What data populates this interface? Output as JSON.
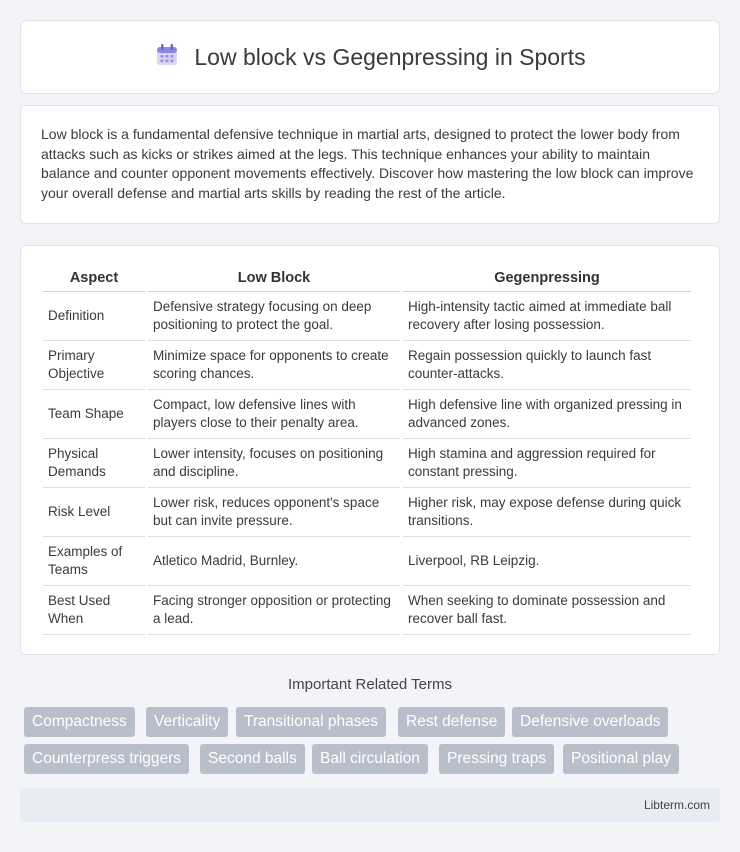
{
  "header": {
    "title": "Low block vs Gegenpressing in Sports",
    "icon": "calendar-icon"
  },
  "intro": {
    "text": "Low block is a fundamental defensive technique in martial arts, designed to protect the lower body from attacks such as kicks or strikes aimed at the legs. This technique enhances your ability to maintain balance and counter opponent movements effectively. Discover how mastering the low block can improve your overall defense and martial arts skills by reading the rest of the article."
  },
  "table": {
    "headers": [
      "Aspect",
      "Low Block",
      "Gegenpressing"
    ],
    "rows": [
      [
        "Definition",
        "Defensive strategy focusing on deep positioning to protect the goal.",
        "High-intensity tactic aimed at immediate ball recovery after losing possession."
      ],
      [
        "Primary Objective",
        "Minimize space for opponents to create scoring chances.",
        "Regain possession quickly to launch fast counter-attacks."
      ],
      [
        "Team Shape",
        "Compact, low defensive lines with players close to their penalty area.",
        "High defensive line with organized pressing in advanced zones."
      ],
      [
        "Physical Demands",
        "Lower intensity, focuses on positioning and discipline.",
        "High stamina and aggression required for constant pressing."
      ],
      [
        "Risk Level",
        "Lower risk, reduces opponent's space but can invite pressure.",
        "Higher risk, may expose defense during quick transitions."
      ],
      [
        "Examples of Teams",
        "Atletico Madrid, Burnley.",
        "Liverpool, RB Leipzig."
      ],
      [
        "Best Used When",
        "Facing stronger opposition or protecting a lead.",
        "When seeking to dominate possession and recover ball fast."
      ]
    ]
  },
  "related": {
    "title": "Important Related Terms",
    "tags": [
      "Compactness",
      "Verticality",
      "Transitional phases",
      "Rest defense",
      "Defensive overloads",
      "Counterpress triggers",
      "Second balls",
      "Ball circulation",
      "Pressing traps",
      "Positional play"
    ]
  },
  "footer": {
    "text": "Libterm.com"
  }
}
